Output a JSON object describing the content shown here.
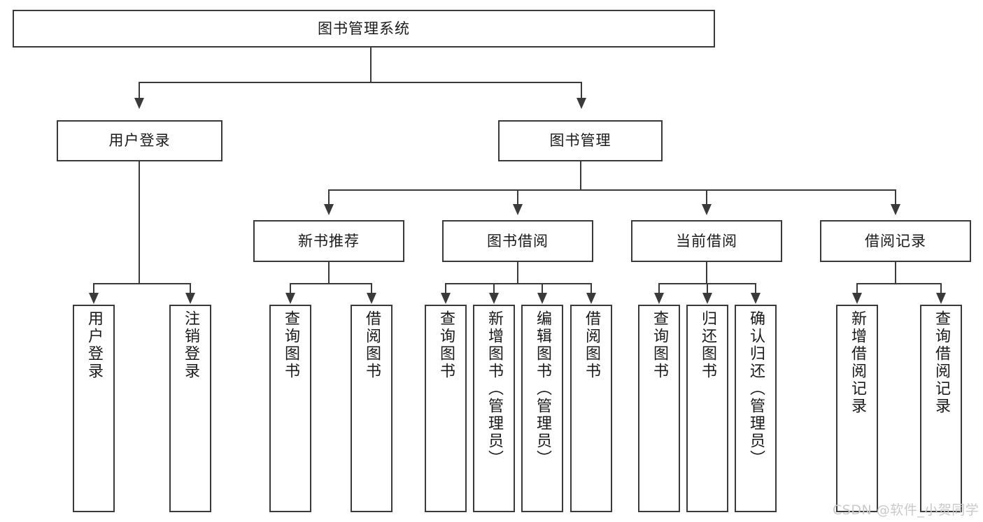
{
  "diagram": {
    "type": "tree",
    "title": "图书管理系统",
    "root": {
      "label": "图书管理系统"
    },
    "level2": [
      {
        "label": "用户登录"
      },
      {
        "label": "图书管理"
      }
    ],
    "level3": [
      {
        "label": "新书推荐"
      },
      {
        "label": "图书借阅"
      },
      {
        "label": "当前借阅"
      },
      {
        "label": "借阅记录"
      }
    ],
    "leaves": {
      "user_login": [
        {
          "label": "用户登录"
        },
        {
          "label": "注销登录"
        }
      ],
      "new_book_recommend": [
        {
          "label": "查询图书"
        },
        {
          "label": "借阅图书"
        }
      ],
      "book_borrow": [
        {
          "label": "查询图书"
        },
        {
          "label": "新增图书（管理员）"
        },
        {
          "label": "编辑图书（管理员）"
        },
        {
          "label": "借阅图书"
        }
      ],
      "current_borrow": [
        {
          "label": "查询图书"
        },
        {
          "label": "归还图书"
        },
        {
          "label": "确认归还（管理员）"
        }
      ],
      "borrow_record": [
        {
          "label": "新增借阅记录"
        },
        {
          "label": "查询借阅记录"
        }
      ]
    }
  },
  "watermark": {
    "text": "CSDN @软件_小贺同学"
  },
  "colors": {
    "stroke": "#3a3a3a",
    "fill": "#ffffff",
    "text": "#1a1a1a",
    "watermark": "#c9c9c9"
  }
}
